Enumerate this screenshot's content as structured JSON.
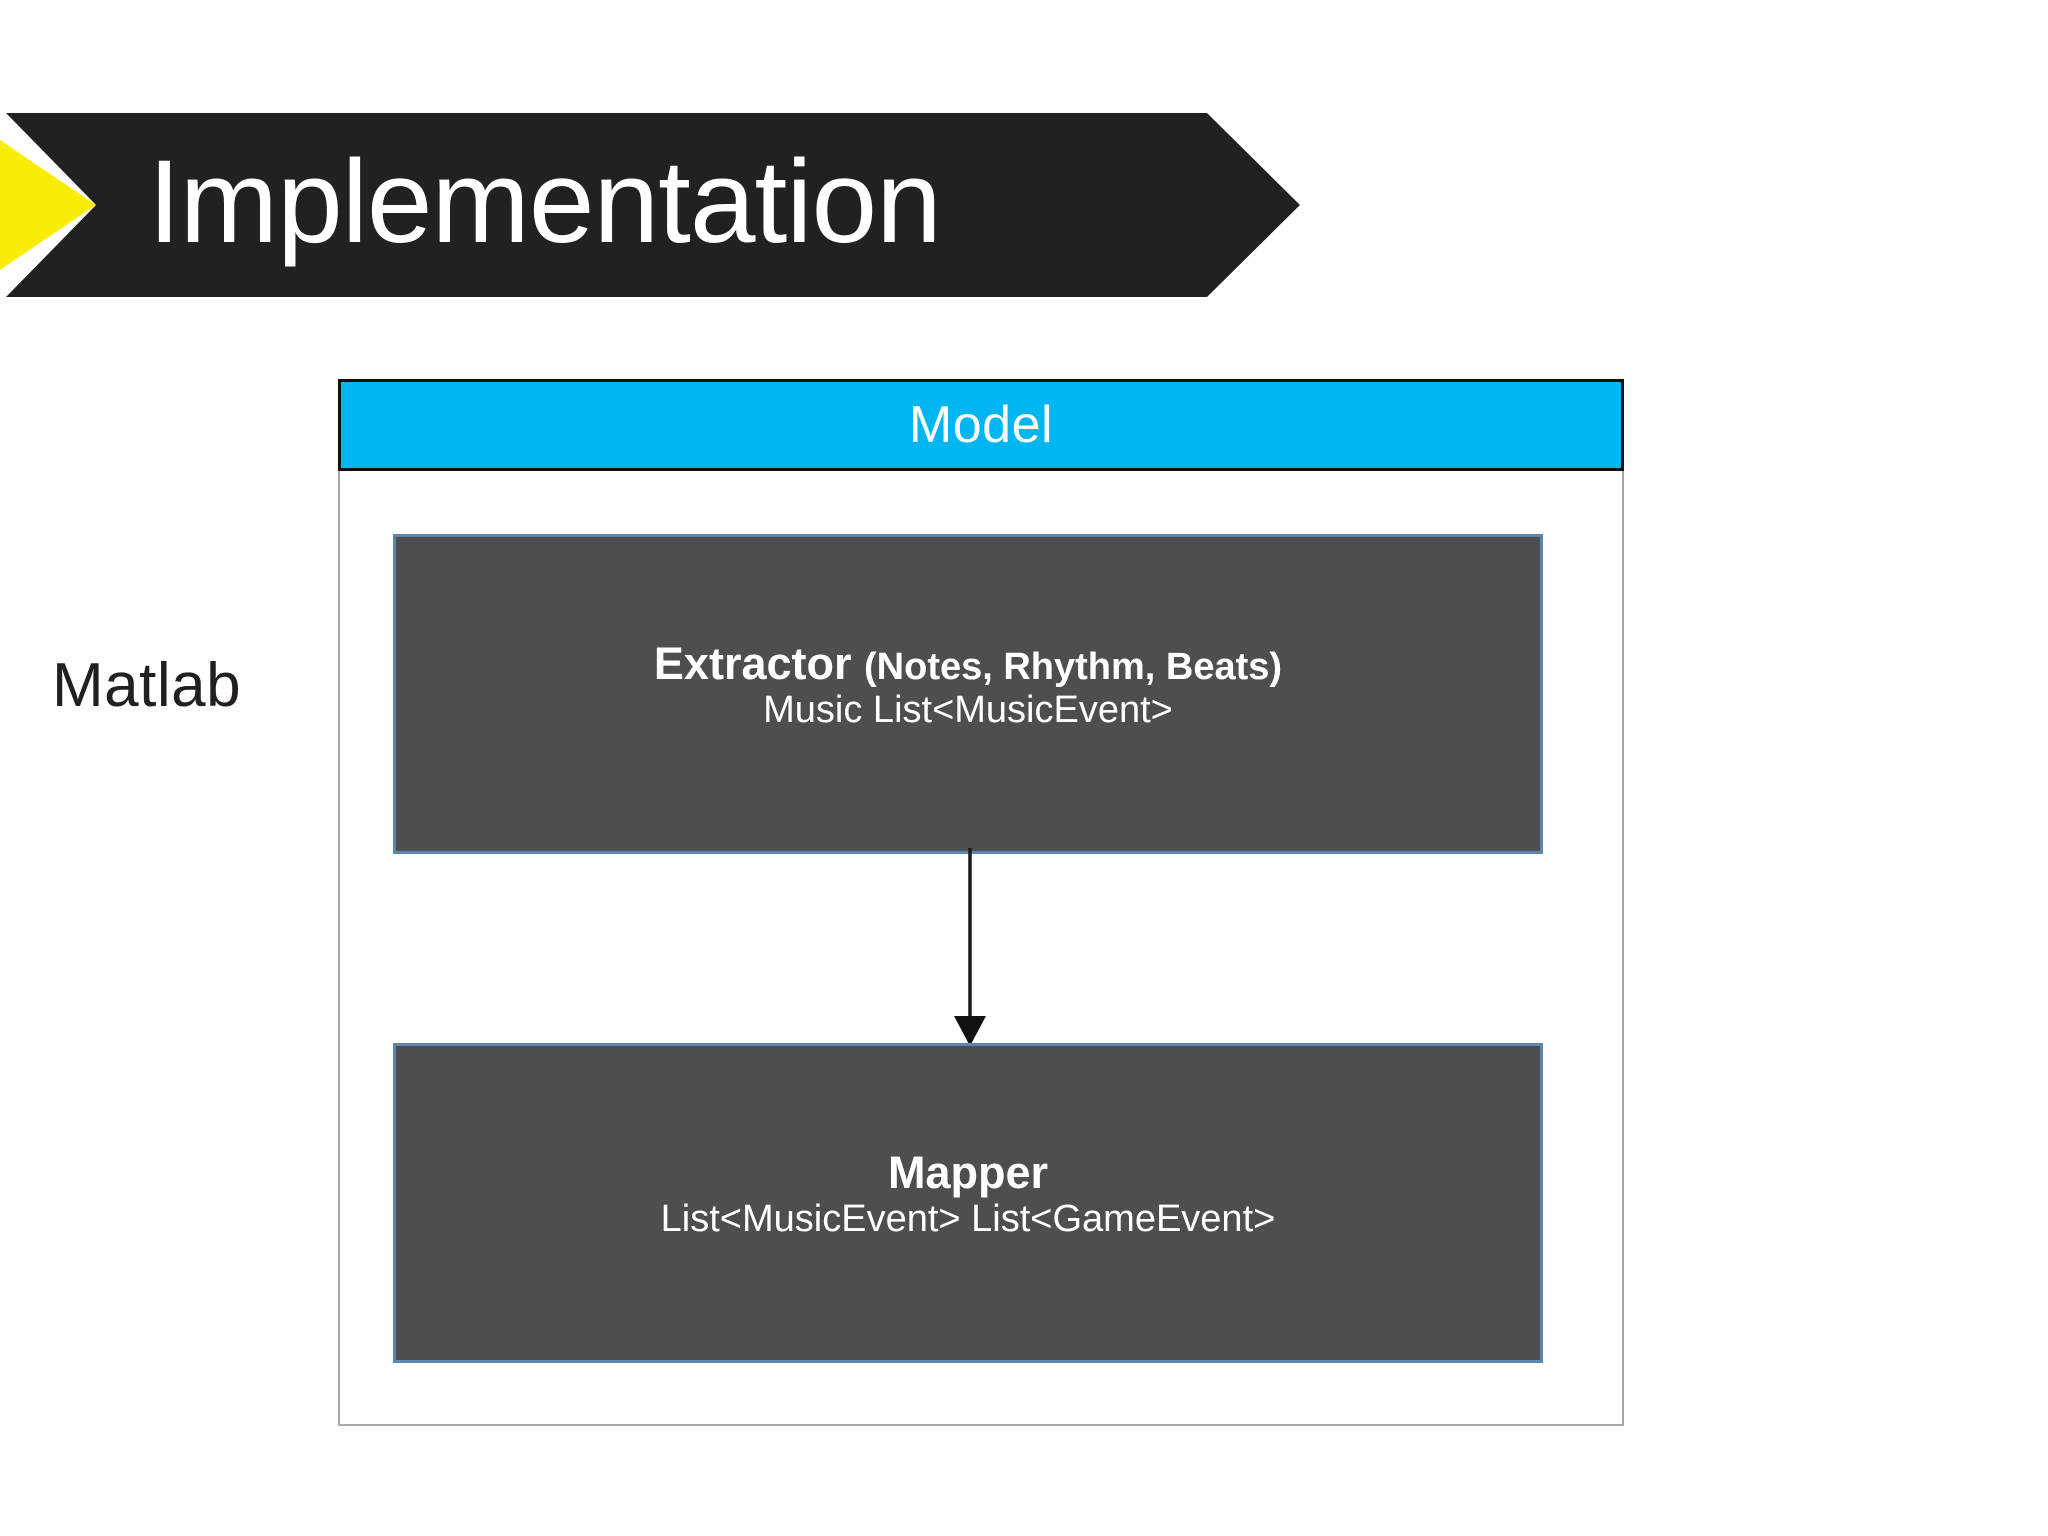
{
  "slide": {
    "title": "Implementation",
    "title_banner": {
      "background_color": "#212121",
      "accent_arrow_color": "#f9ed08",
      "text_color": "#ffffff"
    },
    "side_label": "Matlab"
  },
  "diagram": {
    "container": {
      "header_label": "Model",
      "header_color": "#00b6f0",
      "header_text_color": "#ffffff",
      "border_color": "#a9a9ac"
    },
    "nodes": [
      {
        "id": "extractor",
        "title": "Extractor",
        "title_suffix": "(Notes, Rhythm, Beats)",
        "signature": "Music  List<MusicEvent>",
        "fill_color": "#4e4e51",
        "border_color": "#5b87ae",
        "text_color": "#ffffff"
      },
      {
        "id": "mapper",
        "title": "Mapper",
        "title_suffix": "",
        "signature": "List<MusicEvent>  List<GameEvent>",
        "fill_color": "#4e4e51",
        "border_color": "#5b87ae",
        "text_color": "#ffffff"
      }
    ],
    "edges": [
      {
        "from": "extractor",
        "to": "mapper",
        "label": "",
        "color": "#1a1a1a",
        "arrowhead": "filled-triangle-down"
      }
    ]
  }
}
